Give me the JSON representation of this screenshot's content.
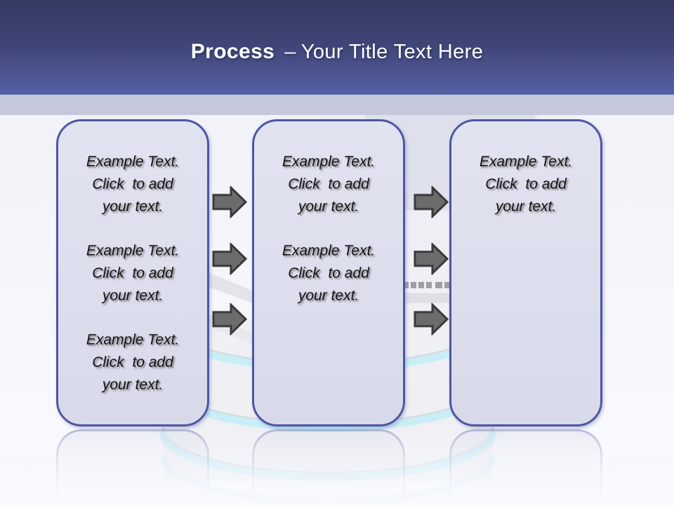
{
  "title": {
    "emphasis": "Process",
    "dash": "–",
    "rest": "Your Title Text Here"
  },
  "boxes": [
    {
      "name": "step-1",
      "paragraphs": [
        {
          "lines": [
            "Example Text.",
            "Click  to add",
            "your text."
          ]
        },
        {
          "lines": [
            "Example Text.",
            "Click  to add",
            "your text."
          ]
        },
        {
          "lines": [
            "Example Text.",
            "Click  to add",
            "your text."
          ]
        }
      ]
    },
    {
      "name": "step-2",
      "paragraphs": [
        {
          "lines": [
            "Example Text.",
            "Click  to add",
            "your text."
          ]
        },
        {
          "lines": [
            "Example Text.",
            "Click  to add",
            "your text."
          ]
        }
      ]
    },
    {
      "name": "step-3",
      "paragraphs": [
        {
          "lines": [
            "Example Text.",
            "Click  to add",
            "your text."
          ]
        }
      ]
    }
  ],
  "arrows": {
    "icon": "right-block-arrow",
    "direction": "right",
    "between_step1_step2": 3,
    "between_step2_step3": 3
  },
  "colors": {
    "header_top": "#343963",
    "header_bottom": "#5660a6",
    "band": "#c5c8da",
    "box_fill": "#dbddec",
    "box_border": "#4d57a3",
    "arrow_fill": "#6c6c6c",
    "arrow_outline": "#3a3a3a",
    "title_text": "#ffffff",
    "body_text": "#141414",
    "cyan_ring": "#c6edf7"
  },
  "background": {
    "decor": [
      "laptop-silhouette",
      "database-cylinder",
      "cyan-rings",
      "box-reflections"
    ]
  }
}
